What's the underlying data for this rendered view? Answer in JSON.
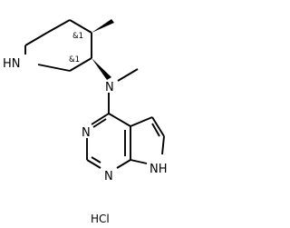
{
  "atoms": {
    "piperidine_nh": "HN",
    "amine_n": "N",
    "pyrimidine_n_top": "N",
    "pyrimidine_n_bottom": "N",
    "pyrrole_nh": "NH"
  },
  "stereo_labels": {
    "c4": "&1",
    "c3": "&1"
  },
  "salt": "HCl",
  "colors": {
    "ink": "#000000",
    "background": "#ffffff"
  }
}
